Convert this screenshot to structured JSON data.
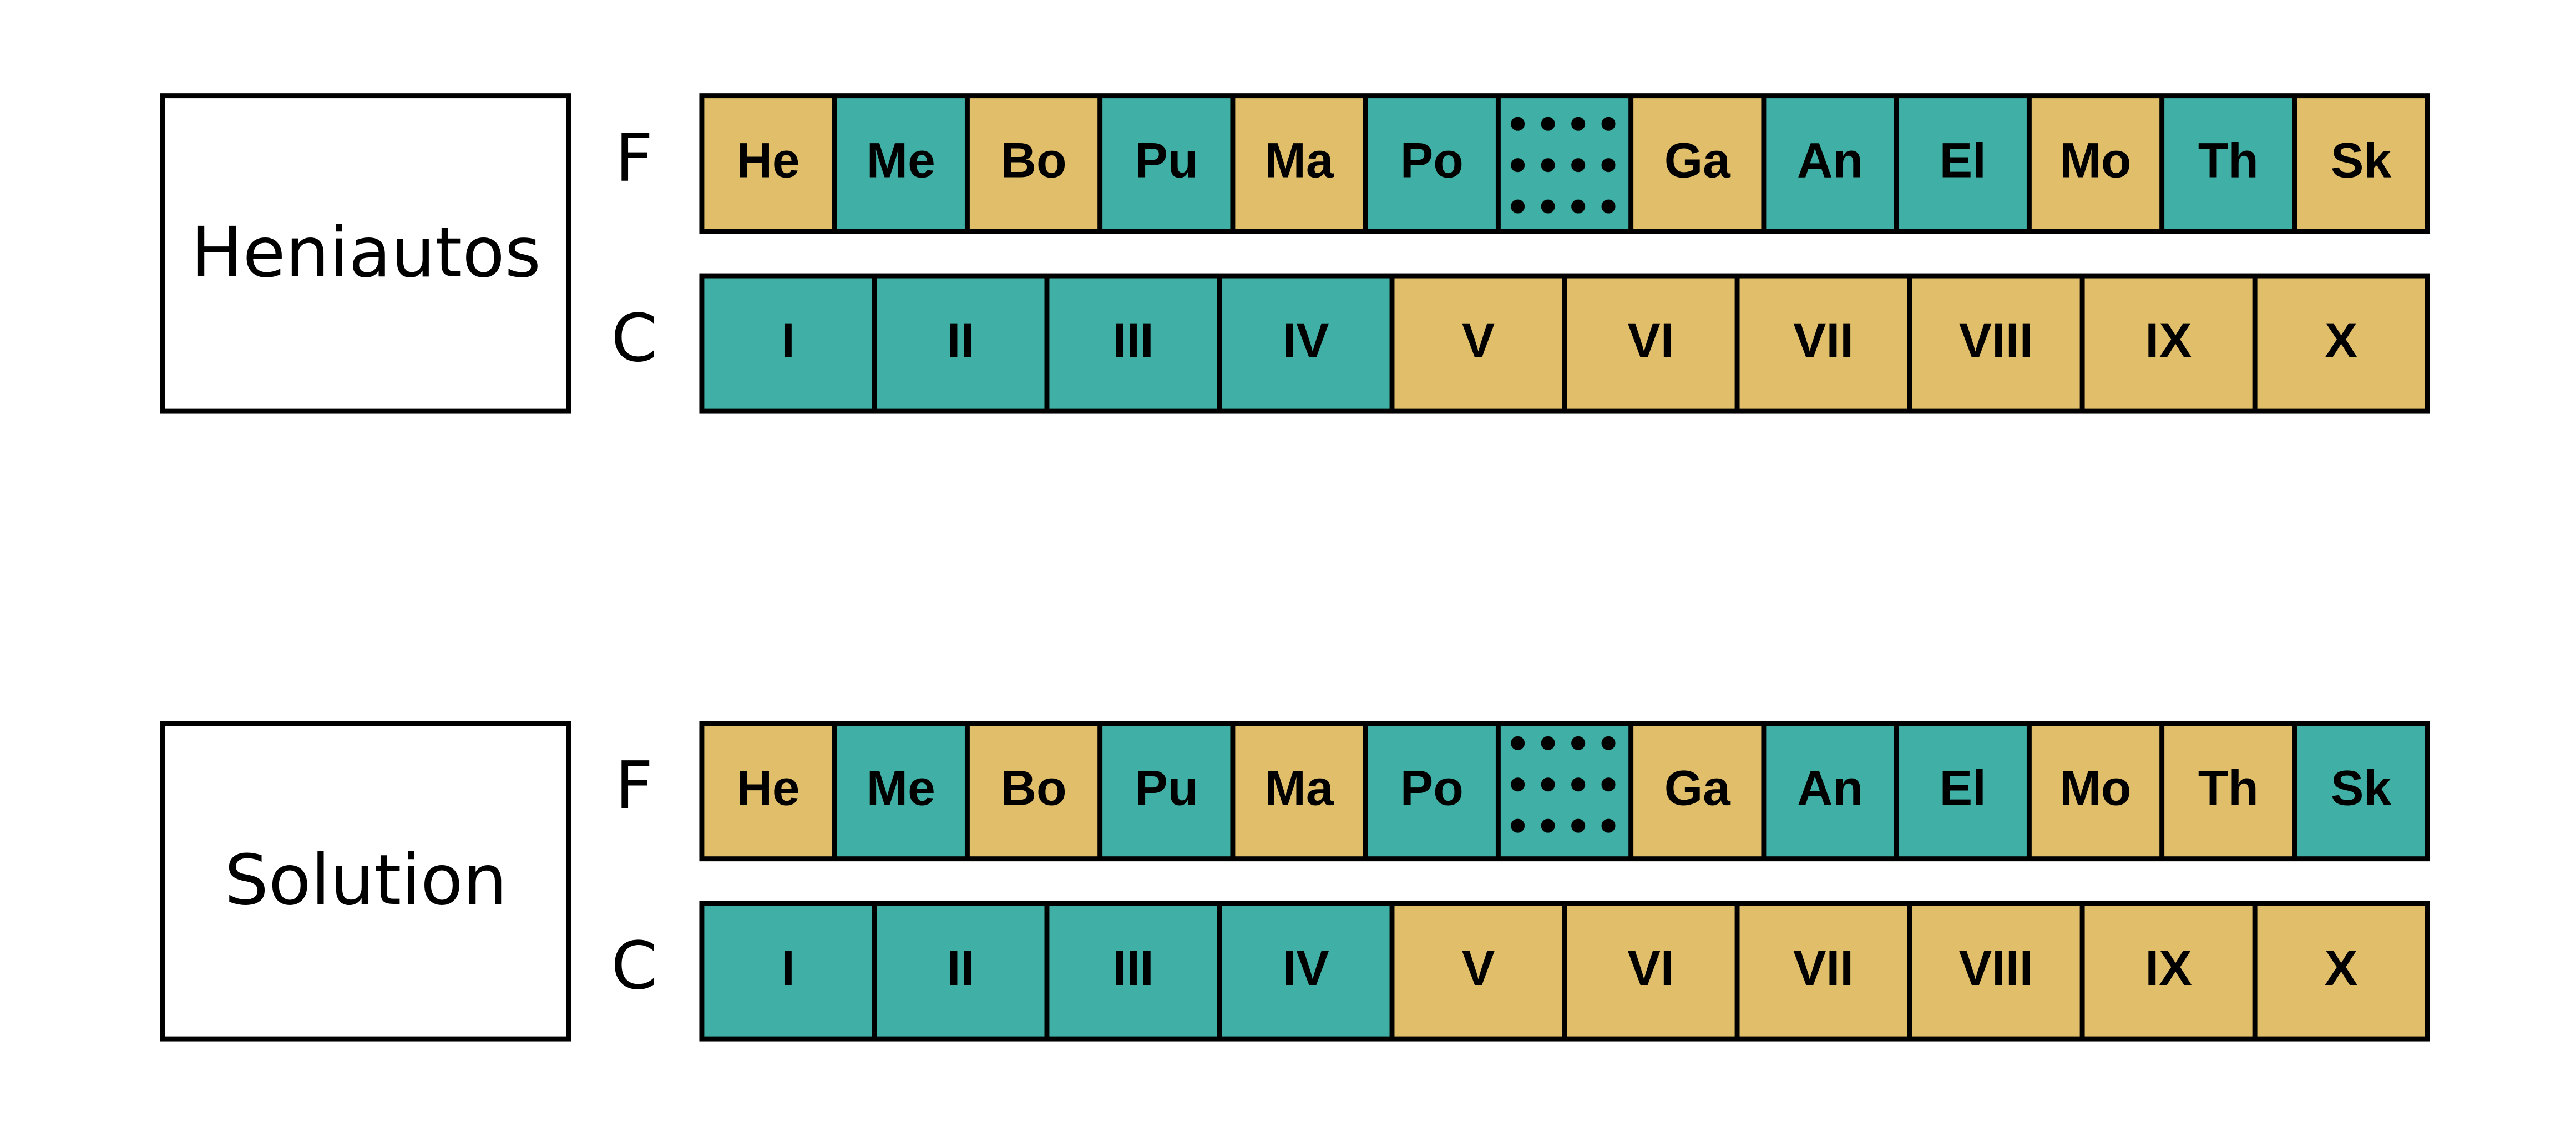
{
  "colors": {
    "teal": "#40b0a6",
    "gold": "#e1be6a",
    "outline": "#000000",
    "dot": "#000000"
  },
  "panels": [
    {
      "label": "Heniautos",
      "rows": [
        {
          "label": "F",
          "cells": [
            {
              "text": "He",
              "color": "gold"
            },
            {
              "text": "Me",
              "color": "teal"
            },
            {
              "text": "Bo",
              "color": "gold"
            },
            {
              "text": "Pu",
              "color": "teal"
            },
            {
              "text": "Ma",
              "color": "gold"
            },
            {
              "text": "Po",
              "color": "teal"
            },
            {
              "text": "",
              "color": "teal",
              "dotted": true
            },
            {
              "text": "Ga",
              "color": "gold"
            },
            {
              "text": "An",
              "color": "teal"
            },
            {
              "text": "El",
              "color": "teal"
            },
            {
              "text": "Mo",
              "color": "gold"
            },
            {
              "text": "Th",
              "color": "teal"
            },
            {
              "text": "Sk",
              "color": "gold"
            }
          ]
        },
        {
          "label": "C",
          "cells": [
            {
              "text": "I",
              "color": "teal"
            },
            {
              "text": "II",
              "color": "teal"
            },
            {
              "text": "III",
              "color": "teal"
            },
            {
              "text": "IV",
              "color": "teal"
            },
            {
              "text": "V",
              "color": "gold"
            },
            {
              "text": "VI",
              "color": "gold"
            },
            {
              "text": "VII",
              "color": "gold"
            },
            {
              "text": "VIII",
              "color": "gold"
            },
            {
              "text": "IX",
              "color": "gold"
            },
            {
              "text": "X",
              "color": "gold"
            }
          ]
        }
      ]
    },
    {
      "label": "Solution",
      "rows": [
        {
          "label": "F",
          "cells": [
            {
              "text": "He",
              "color": "gold"
            },
            {
              "text": "Me",
              "color": "teal"
            },
            {
              "text": "Bo",
              "color": "gold"
            },
            {
              "text": "Pu",
              "color": "teal"
            },
            {
              "text": "Ma",
              "color": "gold"
            },
            {
              "text": "Po",
              "color": "teal"
            },
            {
              "text": "",
              "color": "teal",
              "dotted": true
            },
            {
              "text": "Ga",
              "color": "gold"
            },
            {
              "text": "An",
              "color": "teal"
            },
            {
              "text": "El",
              "color": "teal"
            },
            {
              "text": "Mo",
              "color": "gold"
            },
            {
              "text": "Th",
              "color": "gold"
            },
            {
              "text": "Sk",
              "color": "teal"
            }
          ]
        },
        {
          "label": "C",
          "cells": [
            {
              "text": "I",
              "color": "teal"
            },
            {
              "text": "II",
              "color": "teal"
            },
            {
              "text": "III",
              "color": "teal"
            },
            {
              "text": "IV",
              "color": "teal"
            },
            {
              "text": "V",
              "color": "gold"
            },
            {
              "text": "VI",
              "color": "gold"
            },
            {
              "text": "VII",
              "color": "gold"
            },
            {
              "text": "VIII",
              "color": "gold"
            },
            {
              "text": "IX",
              "color": "gold"
            },
            {
              "text": "X",
              "color": "gold"
            }
          ]
        }
      ]
    }
  ]
}
